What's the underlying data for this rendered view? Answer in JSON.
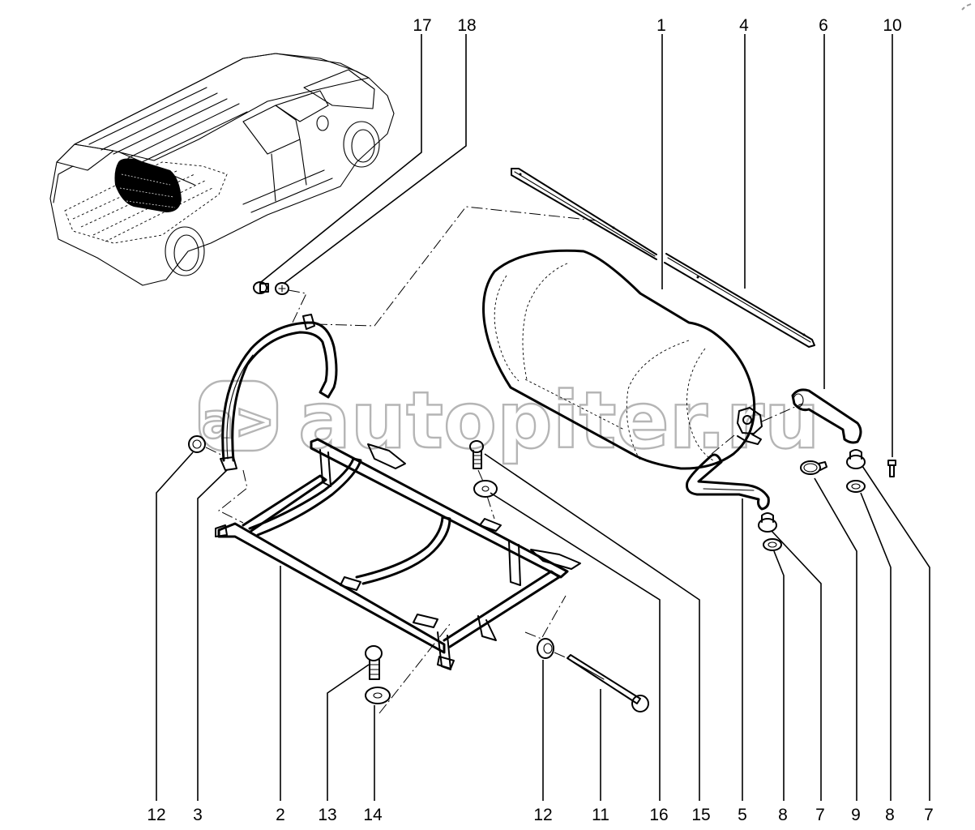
{
  "diagram": {
    "title": "LPG tank mounting — exploded parts view",
    "watermark": "autopiter.ru",
    "watermark_logo": "a>",
    "colors": {
      "line": "#000000",
      "background": "#ffffff",
      "watermark": "#b5b5b5"
    },
    "callouts_top": [
      {
        "id": "c17",
        "label": "17"
      },
      {
        "id": "c18",
        "label": "18"
      },
      {
        "id": "c1",
        "label": "1"
      },
      {
        "id": "c4",
        "label": "4"
      },
      {
        "id": "c6",
        "label": "6"
      },
      {
        "id": "c10",
        "label": "10"
      }
    ],
    "callouts_bottom": [
      {
        "id": "b12a",
        "label": "12"
      },
      {
        "id": "b3",
        "label": "3"
      },
      {
        "id": "b2",
        "label": "2"
      },
      {
        "id": "b13",
        "label": "13"
      },
      {
        "id": "b14",
        "label": "14"
      },
      {
        "id": "b12b",
        "label": "12"
      },
      {
        "id": "b11",
        "label": "11"
      },
      {
        "id": "b16",
        "label": "16"
      },
      {
        "id": "b15",
        "label": "15"
      },
      {
        "id": "b5",
        "label": "5"
      },
      {
        "id": "b8a",
        "label": "8"
      },
      {
        "id": "b7a",
        "label": "7"
      },
      {
        "id": "b9",
        "label": "9"
      },
      {
        "id": "b8b",
        "label": "8"
      },
      {
        "id": "b7b",
        "label": "7"
      }
    ]
  }
}
